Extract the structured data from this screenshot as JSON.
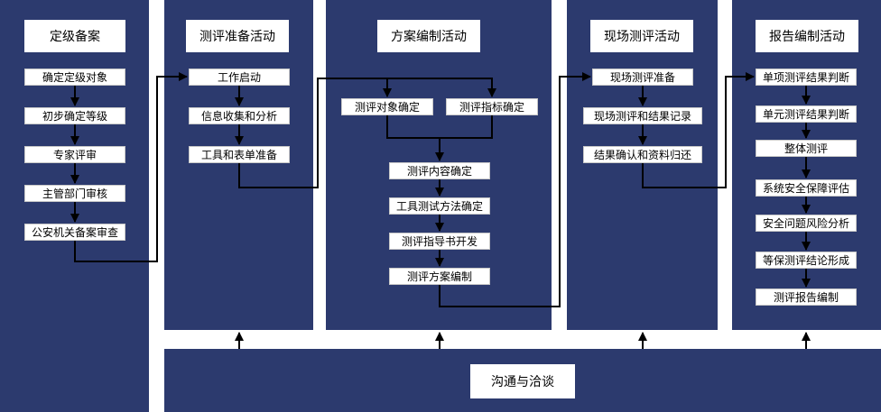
{
  "columns": [
    {
      "title": "定级备案",
      "steps": [
        "确定定级对象",
        "初步确定等级",
        "专家评审",
        "主管部门审核",
        "公安机关备案审查"
      ]
    },
    {
      "title": "测评准备活动",
      "steps": [
        "工作启动",
        "信息收集和分析",
        "工具和表单准备"
      ]
    },
    {
      "title": "方案编制活动",
      "steps": [
        "测评对象确定",
        "测评指标确定",
        "测评内容确定",
        "工具测试方法确定",
        "测评指导书开发",
        "测评方案编制"
      ]
    },
    {
      "title": "现场测评活动",
      "steps": [
        "现场测评准备",
        "现场测评和结果记录",
        "结果确认和资料归还"
      ]
    },
    {
      "title": "报告编制活动",
      "steps": [
        "单项测评结果判断",
        "单元测评结果判断",
        "整体测评",
        "系统安全保障评估",
        "安全问题风险分析",
        "等保测评结论形成",
        "测评报告编制"
      ]
    }
  ],
  "bottom": {
    "label": "沟通与洽谈"
  },
  "colors": {
    "panel": "#2c3a6e",
    "box": "#ffffff",
    "line": "#000000"
  }
}
